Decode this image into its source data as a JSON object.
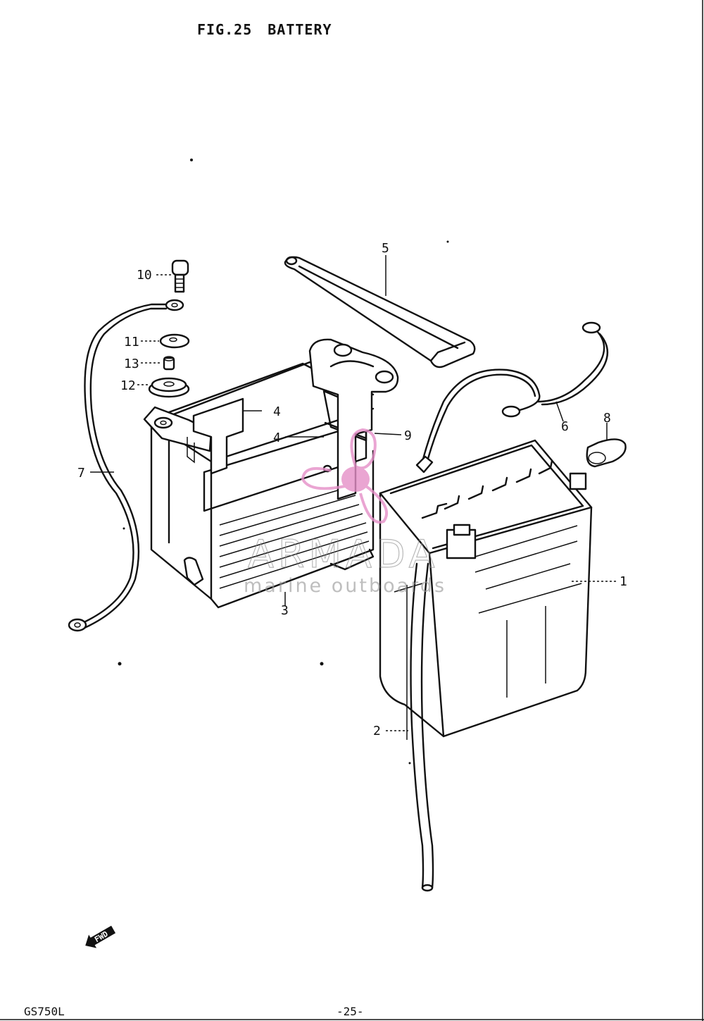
{
  "figure": {
    "number": "FIG.25",
    "title": "BATTERY"
  },
  "footer": {
    "model": "GS750L",
    "page": "-25-"
  },
  "watermark": {
    "brand": "ARMADA",
    "tagline": "marine outboards",
    "color": "#e58fc8"
  },
  "direction_marker": {
    "label": "FWD",
    "icon": "forward-arrow-icon"
  },
  "callouts": [
    {
      "id": "1",
      "label": "1"
    },
    {
      "id": "2",
      "label": "2"
    },
    {
      "id": "3",
      "label": "3"
    },
    {
      "id": "4a",
      "label": "4"
    },
    {
      "id": "4b",
      "label": "4"
    },
    {
      "id": "5",
      "label": "5"
    },
    {
      "id": "6",
      "label": "6"
    },
    {
      "id": "7",
      "label": "7"
    },
    {
      "id": "8",
      "label": "8"
    },
    {
      "id": "9",
      "label": "9"
    },
    {
      "id": "10",
      "label": "10"
    },
    {
      "id": "11",
      "label": "11"
    },
    {
      "id": "12",
      "label": "12"
    },
    {
      "id": "13",
      "label": "13"
    }
  ]
}
